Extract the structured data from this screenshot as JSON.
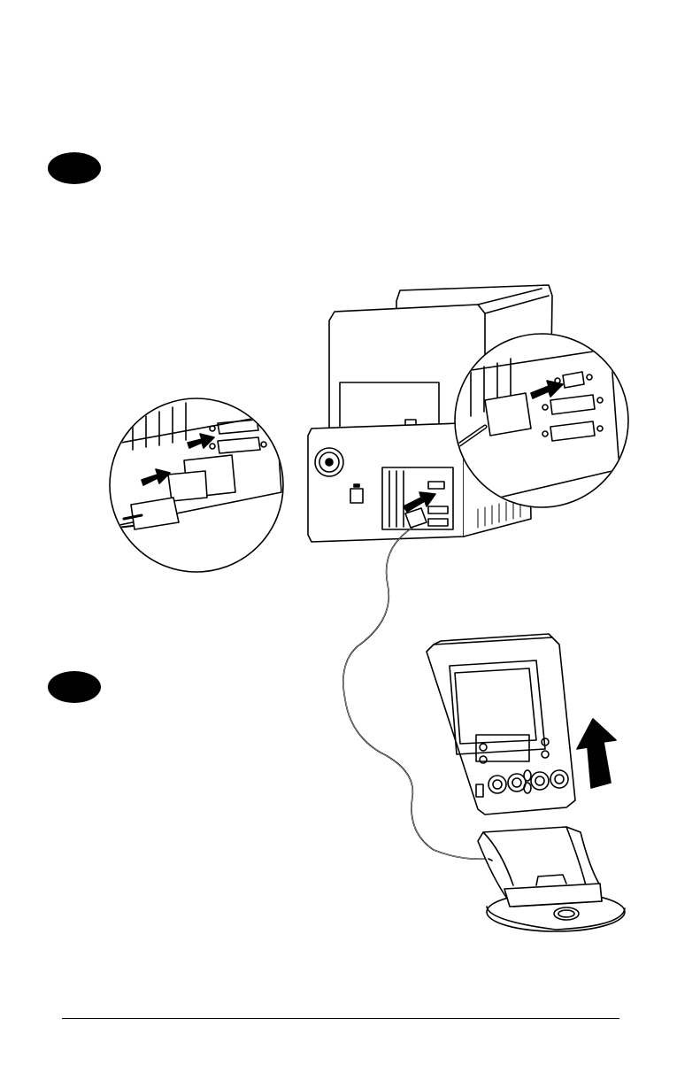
{
  "page": {
    "background_color": "#ffffff",
    "ink_color": "#000000"
  },
  "steps": [
    {
      "marker": "step-marker-1",
      "icon": "filled-ellipse"
    },
    {
      "marker": "step-marker-2",
      "icon": "filled-ellipse"
    }
  ],
  "illustration": {
    "components": [
      "monitor",
      "computer-case",
      "serial-port-detail-left",
      "serial-port-detail-right",
      "serial-cable",
      "handheld-device",
      "cradle",
      "upward-arrow"
    ]
  }
}
